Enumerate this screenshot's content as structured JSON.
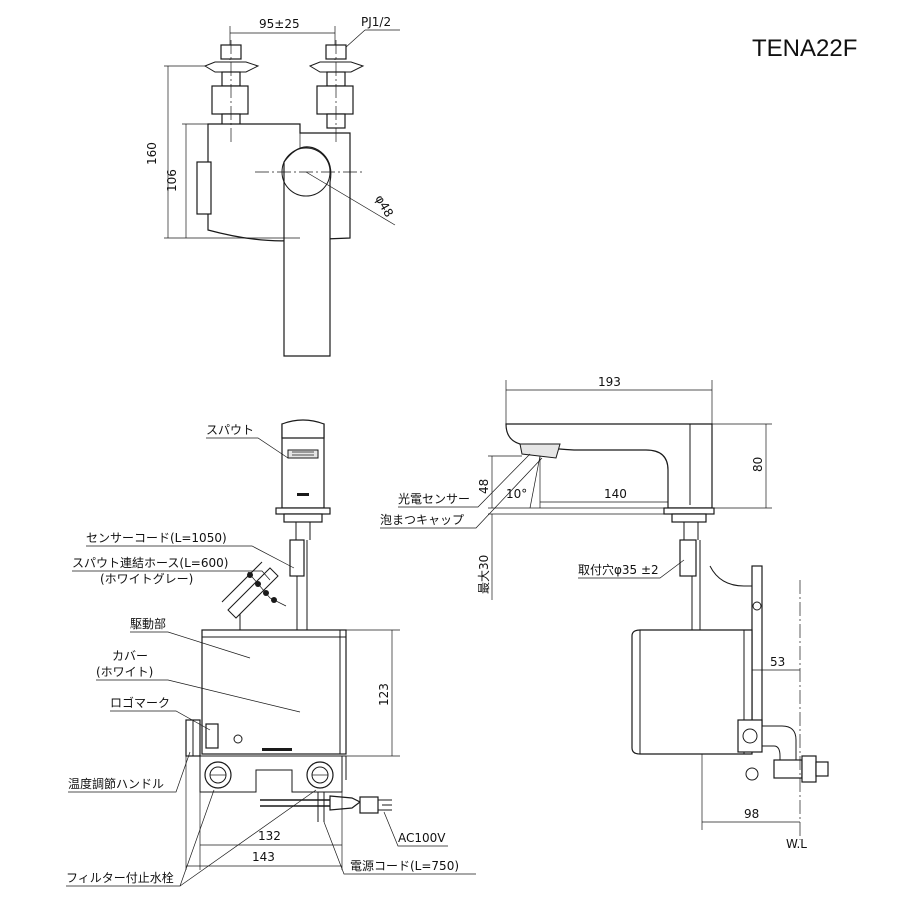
{
  "model": "TENA22F",
  "dimensions": {
    "pitch": "95±25",
    "thread": "PJ1/2",
    "height_total": "160",
    "height_body": "106",
    "spout_dia": "φ48",
    "length": "193",
    "height_spout": "80",
    "sensor_dist": "48",
    "angle": "10°",
    "reach": "140",
    "max_thickness": "最大30",
    "mount_hole": "取付穴φ35 ±2",
    "offset": "53",
    "unit_height": "123",
    "depth": "98",
    "width_inner": "132",
    "width_outer": "143"
  },
  "labels": {
    "spout": "スパウト",
    "sensor_cord": "センサーコード(L=1050)",
    "hose": "スパウト連結ホース(L=600)",
    "hose_color": "(ホワイトグレー)",
    "drive_unit": "駆動部",
    "cover": "カバー",
    "cover_color": "(ホワイト)",
    "logo_mark": "ロゴマーク",
    "temp_handle": "温度調節ハンドル",
    "filter_valve": "フィルター付止水栓",
    "photo_sensor": "光電センサー",
    "aerator_cap": "泡まつキャップ",
    "power": "AC100V",
    "power_cord": "電源コード(L=750)",
    "wall_line": "W.L"
  }
}
